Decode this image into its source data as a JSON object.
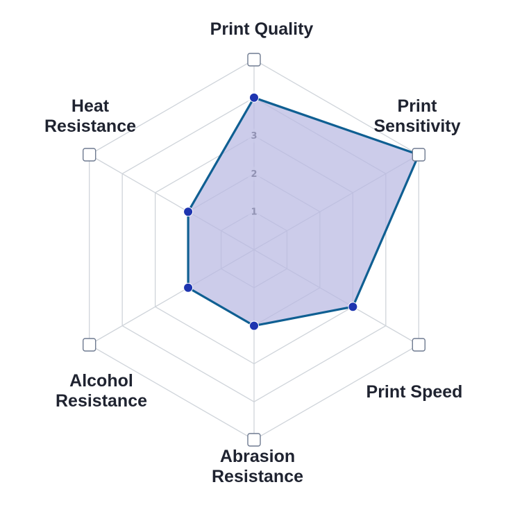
{
  "chart_data": {
    "type": "radar",
    "axes": [
      {
        "label_lines": [
          "Print Quality"
        ]
      },
      {
        "label_lines": [
          "Print",
          "Sensitivity"
        ]
      },
      {
        "label_lines": [
          "Print Speed"
        ]
      },
      {
        "label_lines": [
          "Abrasion",
          "Resistance"
        ]
      },
      {
        "label_lines": [
          "Alcohol",
          "Resistance"
        ]
      },
      {
        "label_lines": [
          "Heat",
          "Resistance"
        ]
      }
    ],
    "ticks": [
      "1",
      "2",
      "3",
      "4",
      "5"
    ],
    "range": [
      0,
      5
    ],
    "series": [
      {
        "values": [
          4,
          5,
          3,
          2,
          2,
          2
        ]
      }
    ],
    "colors": {
      "fill": "#b9b8e2",
      "line": "#0f5f92",
      "point": "#1e35b0",
      "grid": "#cfd4da",
      "axis_marker_border": "#6e7a90"
    }
  }
}
